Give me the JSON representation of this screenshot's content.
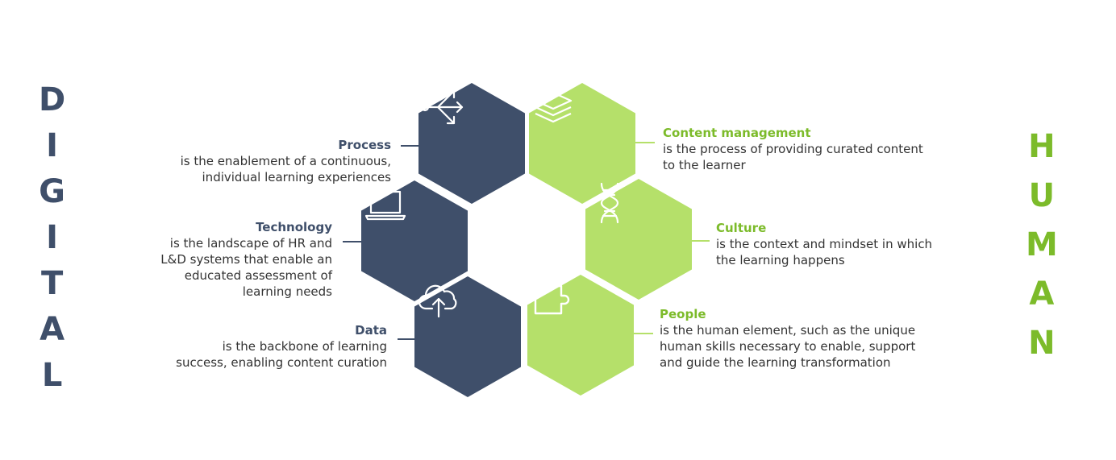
{
  "left_word": [
    "D",
    "I",
    "G",
    "I",
    "T",
    "A",
    "L"
  ],
  "right_word": [
    "H",
    "U",
    "M",
    "A",
    "N"
  ],
  "colors": {
    "navy": "#3f4f6a",
    "green_fill": "#b5e06a",
    "green_text": "#7cbb2a"
  },
  "items": {
    "process": {
      "title": "Process",
      "lines": [
        "is the enablement of a continuous,",
        "individual learning experiences"
      ],
      "icon": "share-arrows-icon"
    },
    "technology": {
      "title": "Technology",
      "lines": [
        "is the landscape of HR and",
        "L&D systems that enable an",
        "educated assessment of",
        "learning needs"
      ],
      "icon": "laptop-icon"
    },
    "data": {
      "title": "Data",
      "lines": [
        "is the backbone of learning",
        "success, enabling content curation"
      ],
      "icon": "cloud-upload-icon"
    },
    "content": {
      "title": "Content management",
      "lines": [
        "is the process of providing curated content",
        "to the learner"
      ],
      "icon": "layers-icon"
    },
    "culture": {
      "title": "Culture",
      "lines": [
        "is the context and mindset in which",
        "the learning happens"
      ],
      "icon": "dna-icon"
    },
    "people": {
      "title": "People",
      "lines": [
        "is the human element, such as the unique",
        "human skills necessary to enable, support",
        "and guide the learning transformation"
      ],
      "icon": "puzzle-icon"
    }
  }
}
